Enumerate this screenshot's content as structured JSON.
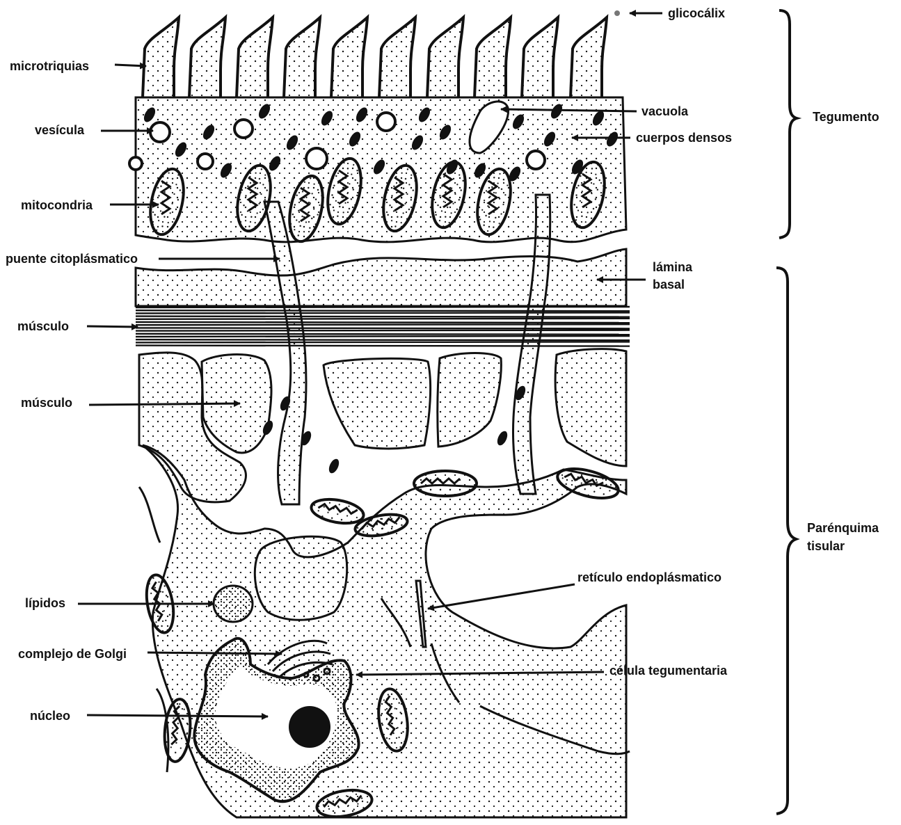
{
  "labels": {
    "microtriquias": "microtriquias",
    "glicocalix": "glicocálix",
    "vesicula": "vesícula",
    "vacuola": "vacuola",
    "cuerpos_densos": "cuerpos densos",
    "mitocondria": "mitocondria",
    "puente_citoplasmatico": "puente citoplásmatico",
    "lamina_basal_1": "lámina",
    "lamina_basal_2": "basal",
    "musculo_1": "músculo",
    "musculo_2": "músculo",
    "lipidos": "lípidos",
    "reticulo": "retículo endoplásmatico",
    "golgi": "complejo de Golgi",
    "celula_tegumentaria": "célula tegumentaria",
    "nucleo": "núcleo"
  },
  "regions": {
    "tegumento": "Tegumento",
    "parenquima_1": "Parénquima",
    "parenquima_2": "tisular"
  },
  "colors": {
    "ink": "#111111",
    "paper": "#ffffff"
  }
}
